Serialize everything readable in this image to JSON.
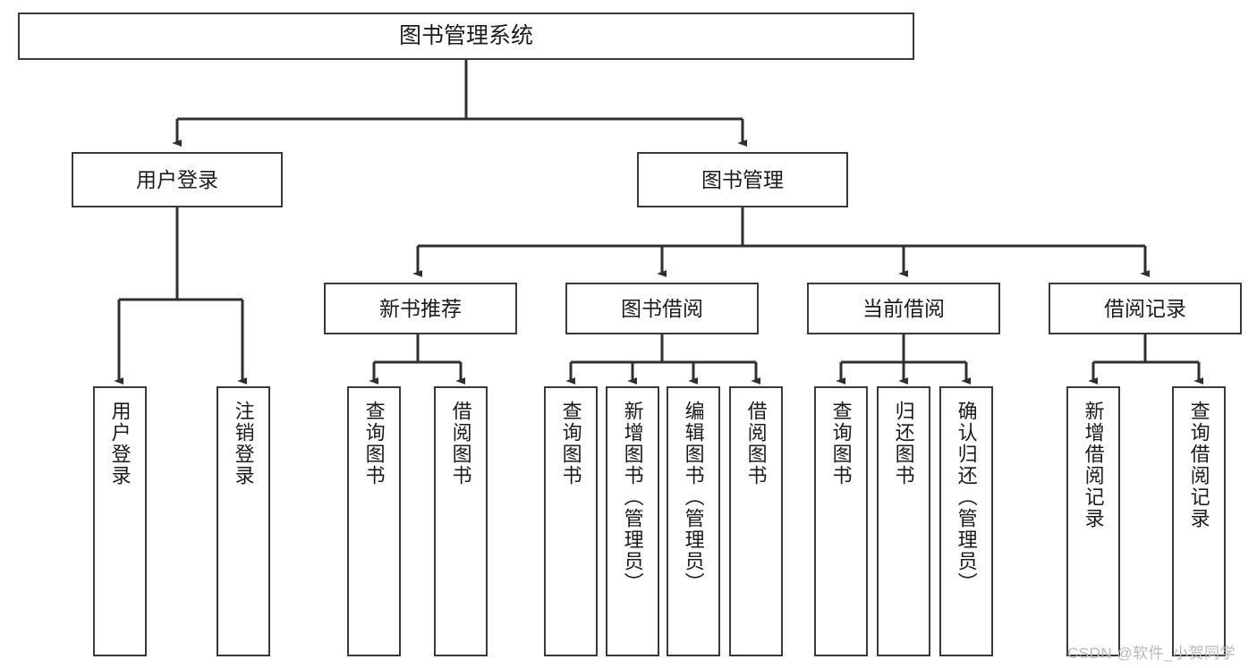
{
  "diagram": {
    "title": "图书管理系统",
    "type": "tree-hierarchy",
    "watermark": "CSDN @软件_小贺同学",
    "colors": {
      "box_border": "#3a3a3a",
      "box_fill": "#ffffff",
      "connector": "#2f2f2f",
      "text": "#1b1b1b",
      "watermark": "#b9b9b9",
      "background": "#ffffff"
    },
    "root": {
      "label": "图书管理系统"
    },
    "level2": [
      {
        "label": "用户登录"
      },
      {
        "label": "图书管理"
      }
    ],
    "level3": [
      {
        "label": "新书推荐"
      },
      {
        "label": "图书借阅"
      },
      {
        "label": "当前借阅"
      },
      {
        "label": "借阅记录"
      }
    ],
    "leaves": {
      "user_login": [
        {
          "label": "用户登录"
        },
        {
          "label": "注销登录"
        }
      ],
      "new_book_recommend": [
        {
          "label": "查询图书"
        },
        {
          "label": "借阅图书"
        }
      ],
      "book_borrow": [
        {
          "label": "查询图书"
        },
        {
          "label": "新增图书（管理员）"
        },
        {
          "label": "编辑图书（管理员）"
        },
        {
          "label": "借阅图书"
        }
      ],
      "current_borrow": [
        {
          "label": "查询图书"
        },
        {
          "label": "归还图书"
        },
        {
          "label": "确认归还（管理员）"
        }
      ],
      "borrow_record": [
        {
          "label": "新增借阅记录"
        },
        {
          "label": "查询借阅记录"
        }
      ]
    }
  }
}
